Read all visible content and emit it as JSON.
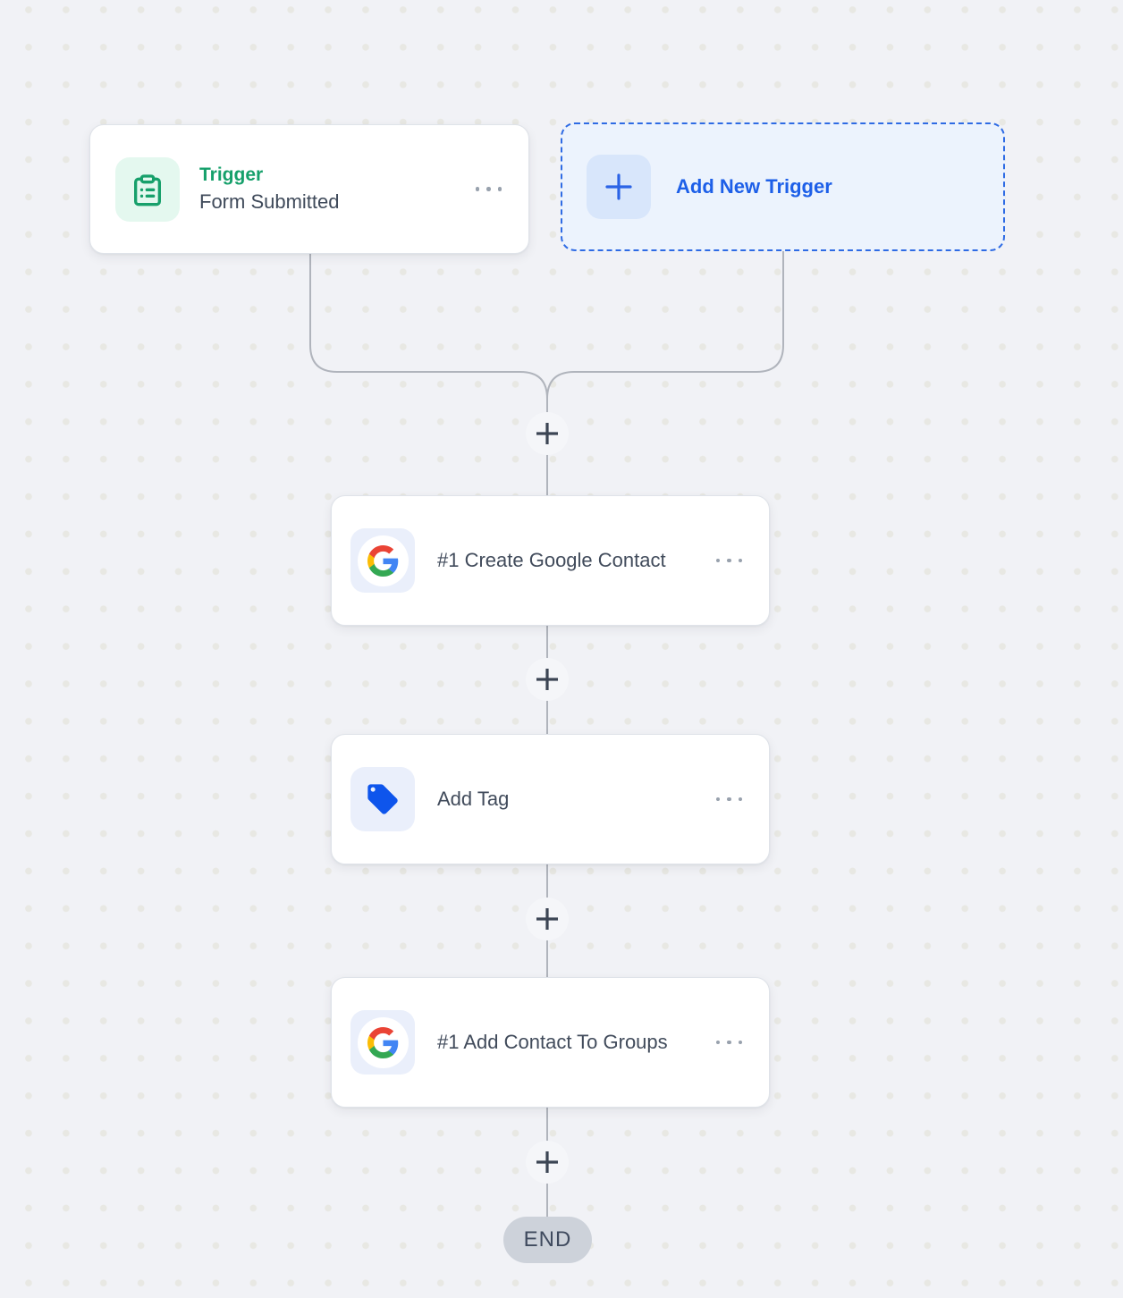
{
  "workflow": {
    "trigger_card": {
      "title": "Trigger",
      "subtitle": "Form Submitted",
      "icon": "clipboard-list-icon",
      "menu_icon": "kebab-menu-icon"
    },
    "add_new_trigger_card": {
      "label": "Add New Trigger",
      "icon": "plus-icon"
    },
    "steps": [
      {
        "label": "#1 Create Google Contact",
        "icon": "google-logo-icon",
        "menu_icon": "kebab-menu-icon"
      },
      {
        "label": "Add Tag",
        "icon": "tag-icon",
        "menu_icon": "kebab-menu-icon"
      },
      {
        "label": "#1 Add Contact To Groups",
        "icon": "google-logo-icon",
        "menu_icon": "kebab-menu-icon"
      }
    ],
    "connectors": {
      "add_step_icon": "plus-icon",
      "count": 4
    },
    "end_label": "END"
  },
  "colors": {
    "canvas_background": "#F1F2F6",
    "dot_grid": "#E8E8E3",
    "accent_blue": "#1D5FE8",
    "accent_green": "#16A06B",
    "tag_blue": "#0E55EC",
    "connector_gray": "#B0B4BC",
    "plus_glyph": "#3C4554",
    "end_pill_background": "#CDD2DA",
    "google_blue": "#4285F4",
    "google_green": "#34A853",
    "google_yellow": "#FBBC05",
    "google_red": "#EA4335"
  }
}
